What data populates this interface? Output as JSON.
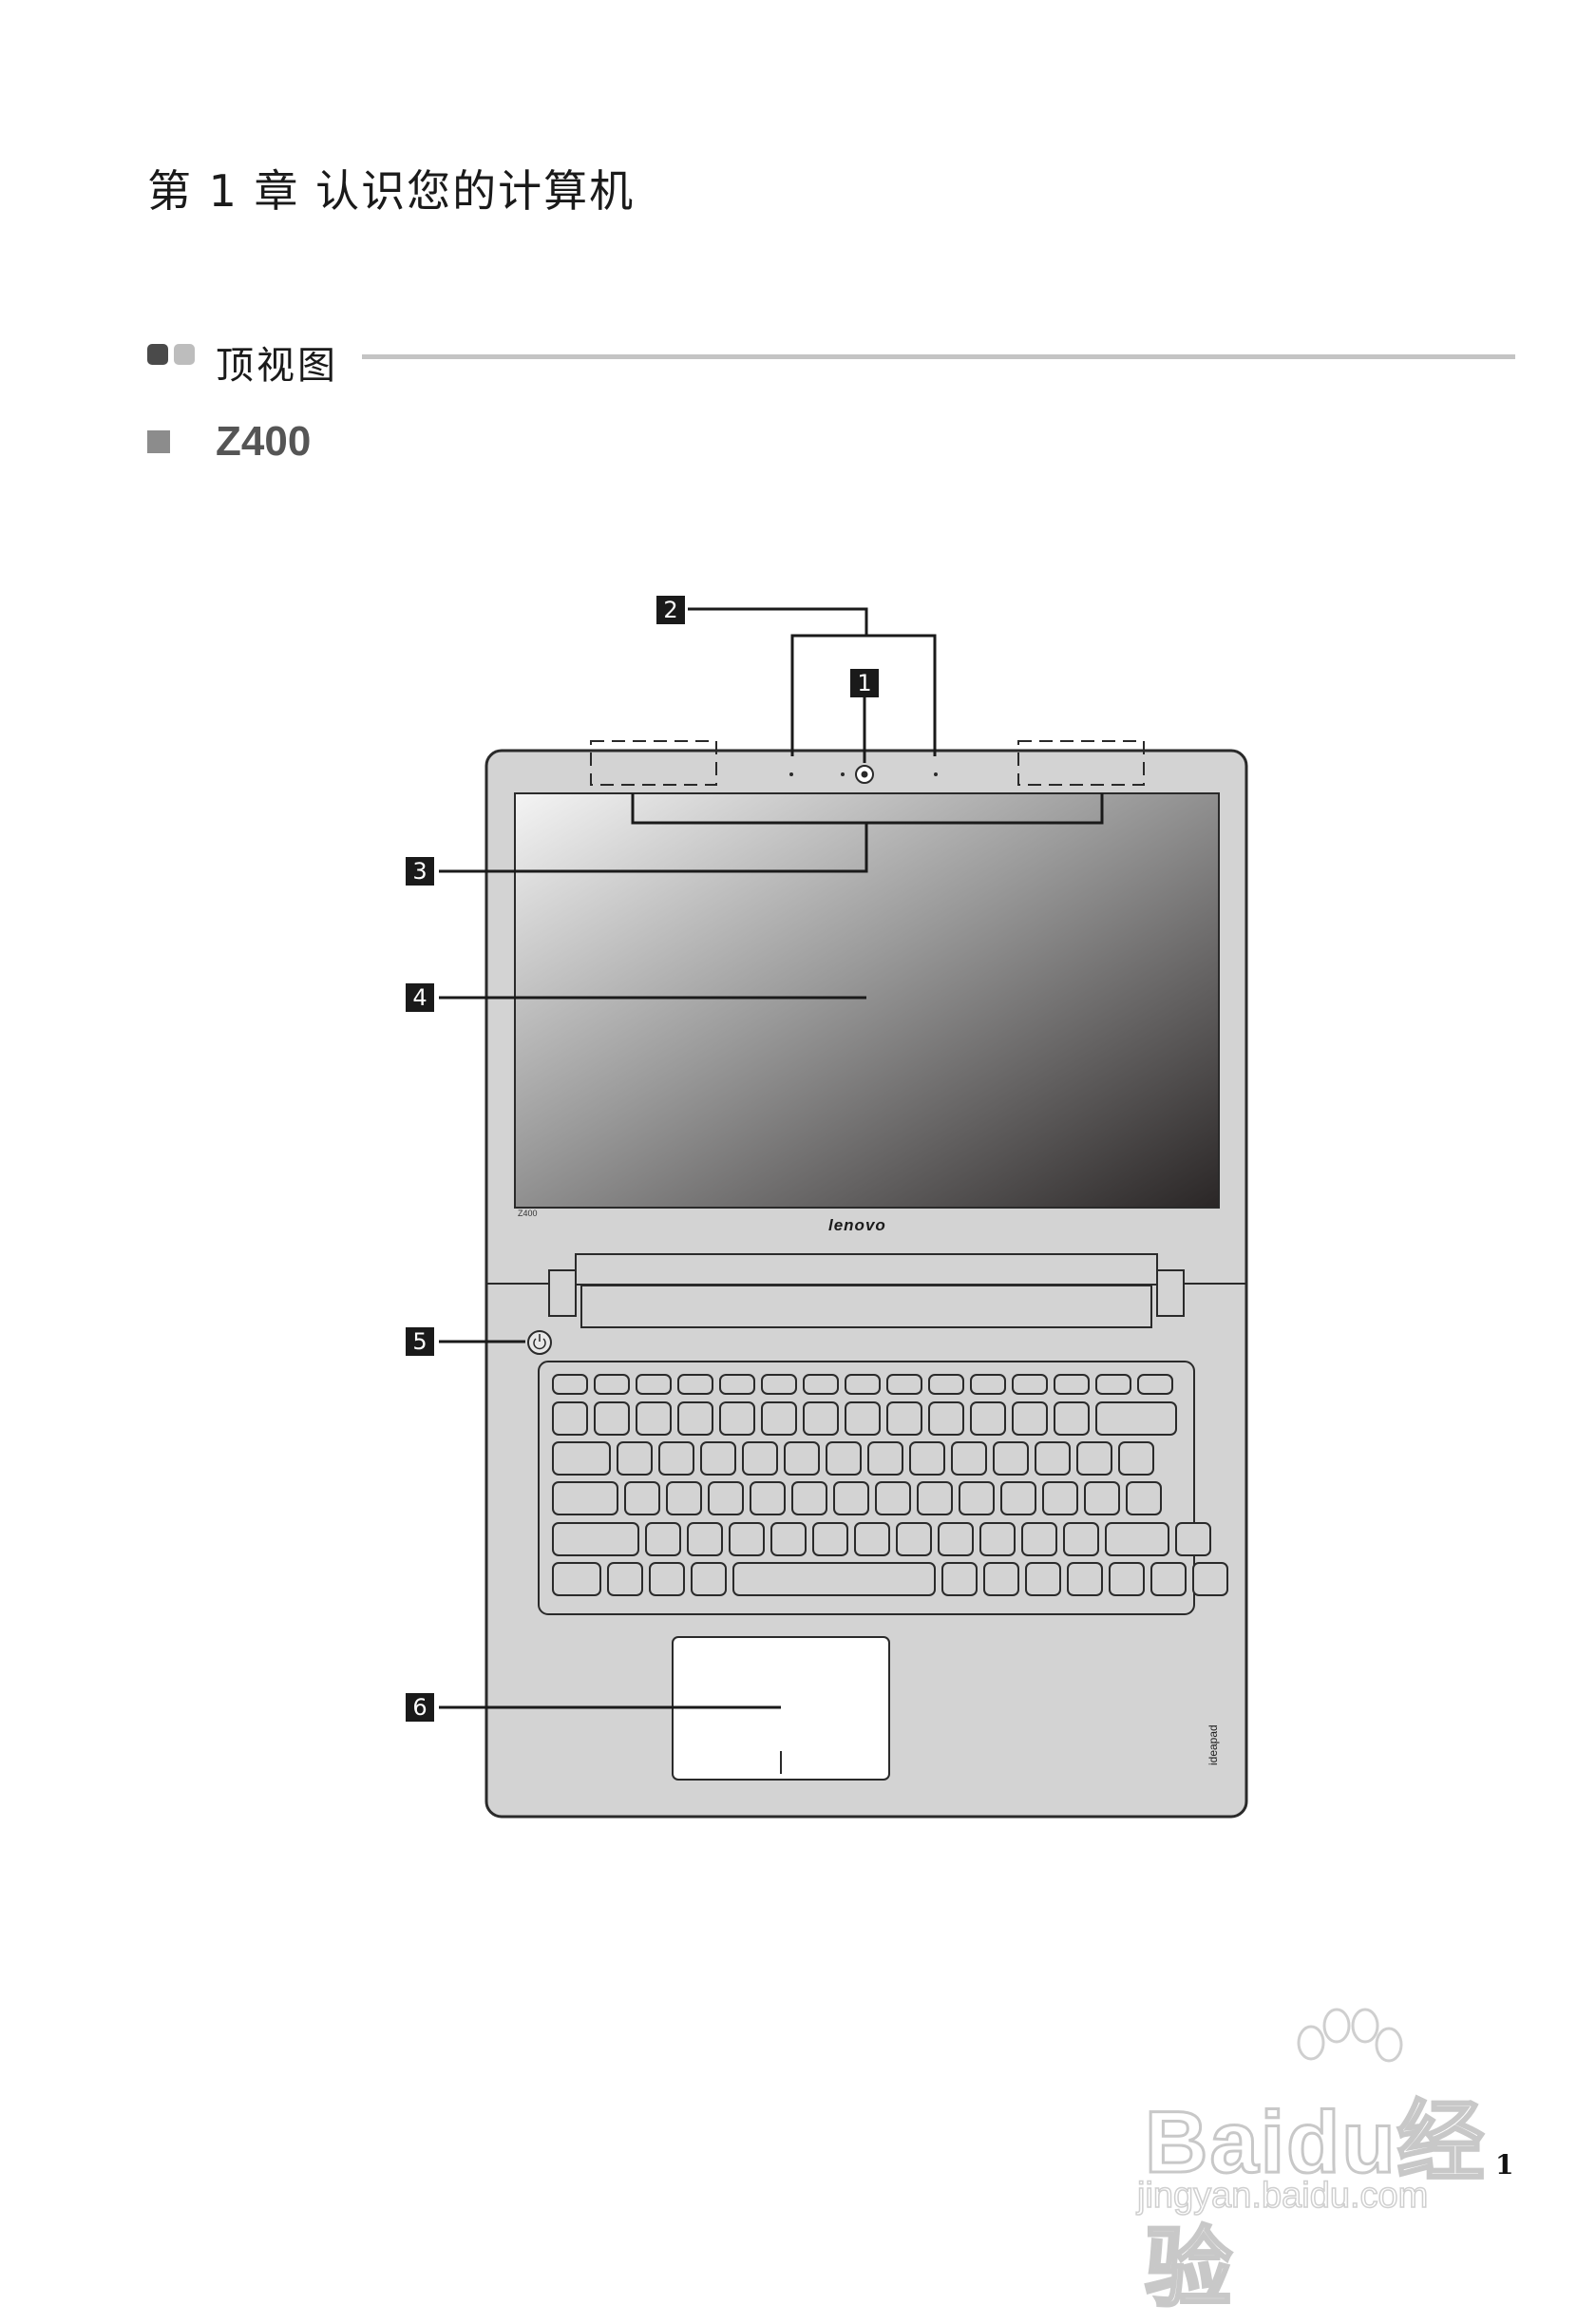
{
  "chapter": {
    "title": "第 1 章 认识您的计算机"
  },
  "section": {
    "title": "顶视图"
  },
  "model": {
    "heading": "Z400"
  },
  "figure": {
    "callouts": [
      "1",
      "2",
      "3",
      "4",
      "5",
      "6"
    ],
    "screen_model_label": "Z400",
    "brand_logo": "lenovo",
    "ideapad_logo": "ideapad"
  },
  "watermark": {
    "brand": "Baidu经验",
    "url": "jingyan.baidu.com"
  },
  "page_number": "1"
}
